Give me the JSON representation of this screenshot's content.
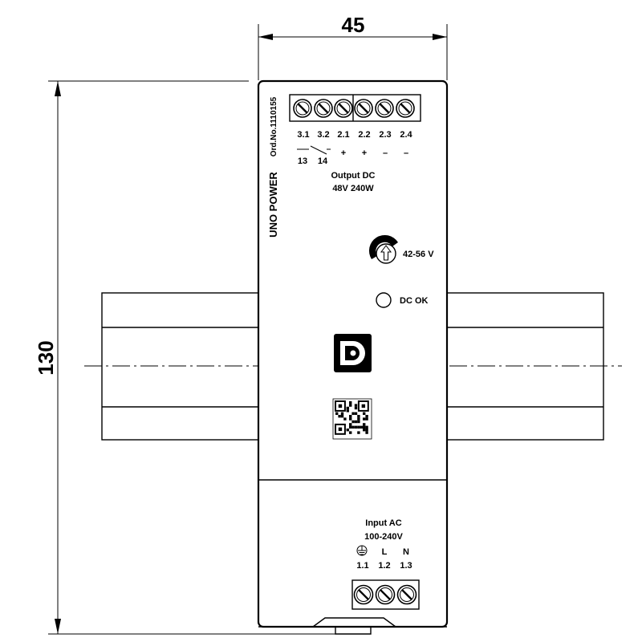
{
  "dimensions": {
    "width": "45",
    "height": "130"
  },
  "device": {
    "product_name": "UNO POWER",
    "order_number": "Ord.No.1110155",
    "output": {
      "terminals": [
        "3.1",
        "3.2",
        "2.1",
        "2.2",
        "2.3",
        "2.4"
      ],
      "relay_contacts": [
        "13",
        "14"
      ],
      "polarity": [
        "+",
        "+",
        "–",
        "–"
      ],
      "title": "Output DC",
      "rating": "48V 240W"
    },
    "potentiometer_label": "42-56 V",
    "led_label": "DC OK",
    "input": {
      "title": "Input AC",
      "rating": "100-240V",
      "symbols": [
        "L",
        "N"
      ],
      "terminals": [
        "1.1",
        "1.2",
        "1.3"
      ]
    }
  }
}
